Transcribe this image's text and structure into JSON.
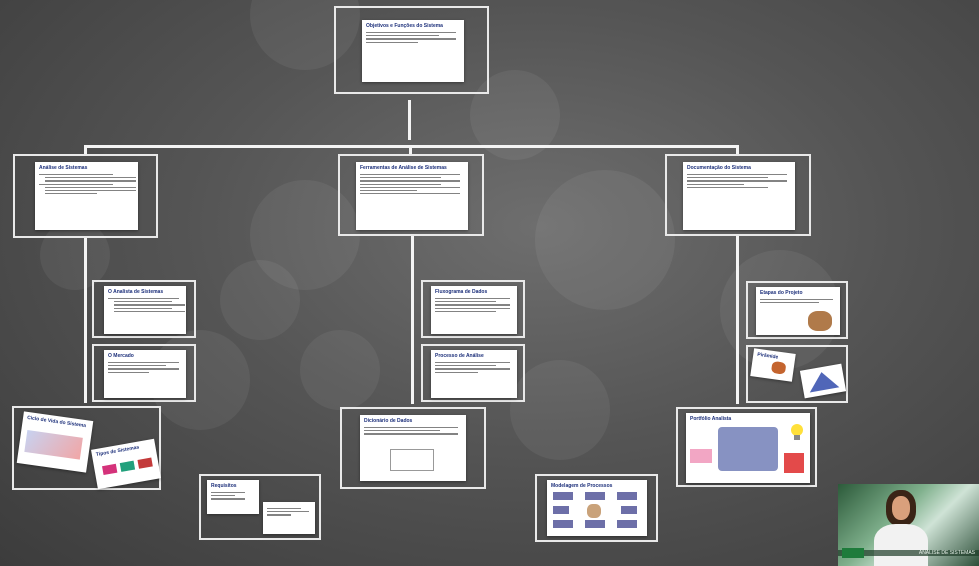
{
  "diagram": {
    "root": {
      "title": "Objetivos e Funções do Sistema"
    },
    "branches": [
      {
        "title": "Análise de Sistemas",
        "children": [
          {
            "title": "O Analista de Sistemas"
          },
          {
            "title": "O Mercado"
          },
          {
            "title": "Ciclo de Vida do Sistema"
          },
          {
            "title": "Tipos de Sistemas"
          },
          {
            "title": "Requisitos"
          }
        ]
      },
      {
        "title": "Ferramentas de Análise de Sistemas",
        "children": [
          {
            "title": "Fluxograma de Dados"
          },
          {
            "title": "Processo de Análise"
          },
          {
            "title": "Dicionário de Dados"
          },
          {
            "title": "Modelagem de Processos"
          }
        ]
      },
      {
        "title": "Documentação do Sistema",
        "children": [
          {
            "title": "Etapas do Projeto"
          },
          {
            "title": "Pirâmide"
          },
          {
            "title": "Portfólio Analista"
          }
        ]
      }
    ]
  },
  "webcam": {
    "caption": "ANÁLISE DE SISTEMAS",
    "label": "presenter-video"
  },
  "colors": {
    "background": "#555555",
    "connector": "#f4f4f4",
    "slide_title": "#1c2f7a"
  }
}
